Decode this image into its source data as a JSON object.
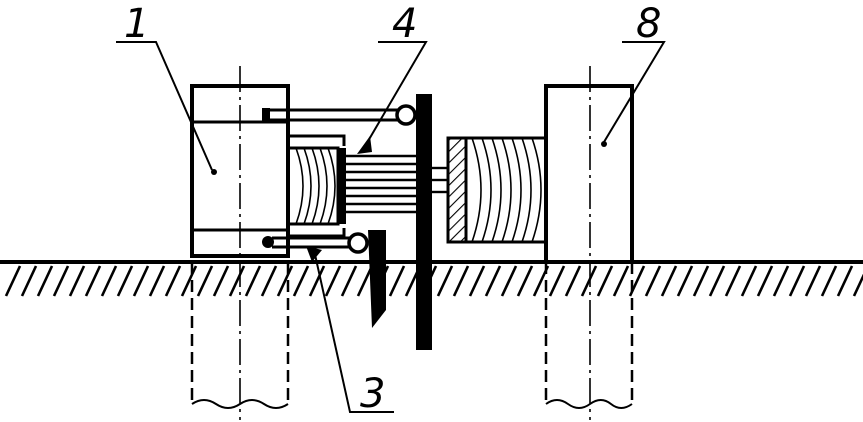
{
  "labels": {
    "part1": "1",
    "part3": "3",
    "part4": "4",
    "part8": "8"
  },
  "colors": {
    "ink": "#000000",
    "paper": "#ffffff"
  }
}
